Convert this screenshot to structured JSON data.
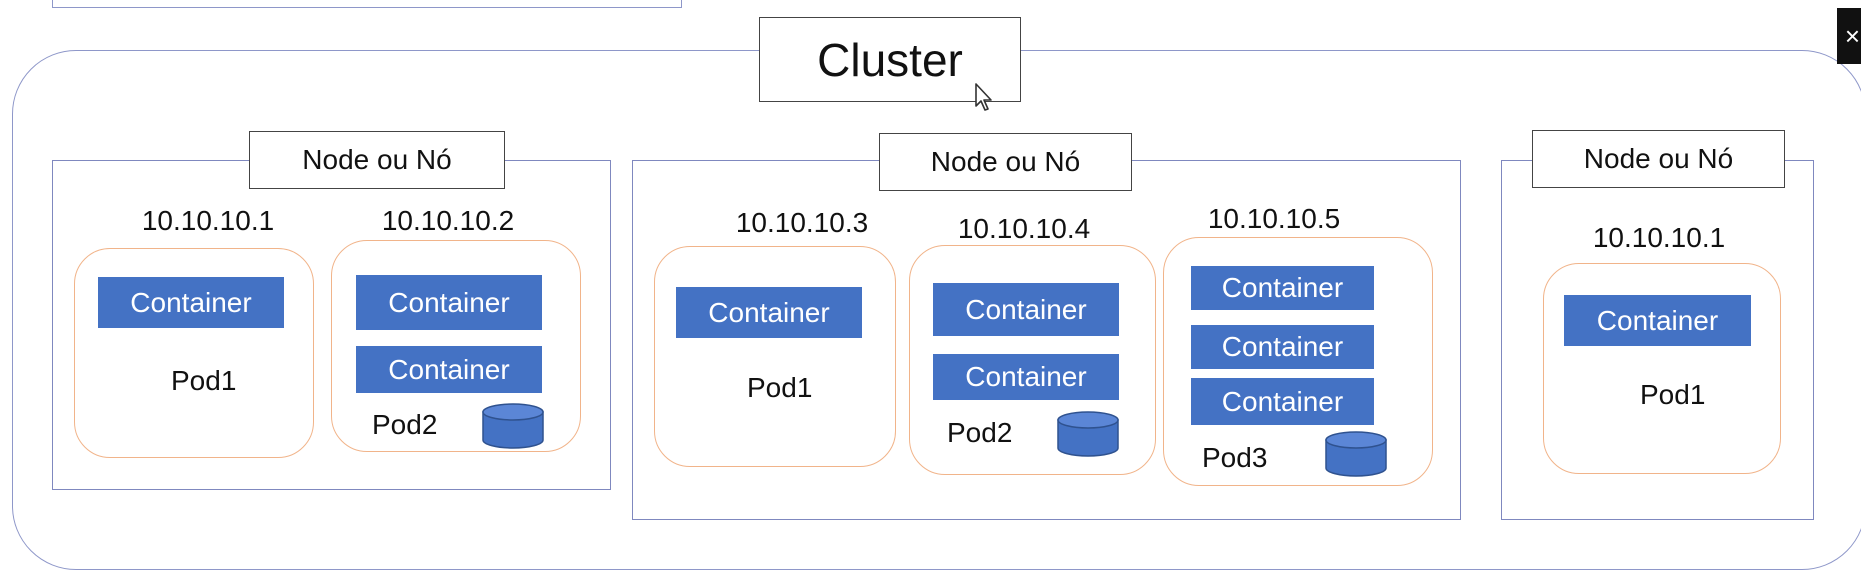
{
  "cluster": {
    "label": "Cluster"
  },
  "nodes": [
    {
      "label": "Node ou Nó",
      "pods": [
        {
          "ip": "10.10.10.1",
          "containers": [
            "Container"
          ],
          "label": "Pod1"
        },
        {
          "ip": "10.10.10.2",
          "containers": [
            "Container",
            "Container"
          ],
          "label": "Pod2"
        }
      ]
    },
    {
      "label": "Node ou Nó",
      "pods": [
        {
          "ip": "10.10.10.3",
          "containers": [
            "Container"
          ],
          "label": "Pod1"
        },
        {
          "ip": "10.10.10.4",
          "containers": [
            "Container",
            "Container"
          ],
          "label": "Pod2"
        },
        {
          "ip": "10.10.10.5",
          "containers": [
            "Container",
            "Container",
            "Container"
          ],
          "label": "Pod3"
        }
      ]
    },
    {
      "label": "Node ou Nó",
      "pods": [
        {
          "ip": "10.10.10.1",
          "containers": [
            "Container"
          ],
          "label": "Pod1"
        }
      ]
    }
  ],
  "close_glyph": "×",
  "colors": {
    "container": "#4472c4",
    "pod_border": "#f1b48a",
    "node_border": "#7f88bf",
    "database": "#4472c4"
  },
  "icons": [
    "database-icon",
    "cursor-icon",
    "close-icon"
  ]
}
